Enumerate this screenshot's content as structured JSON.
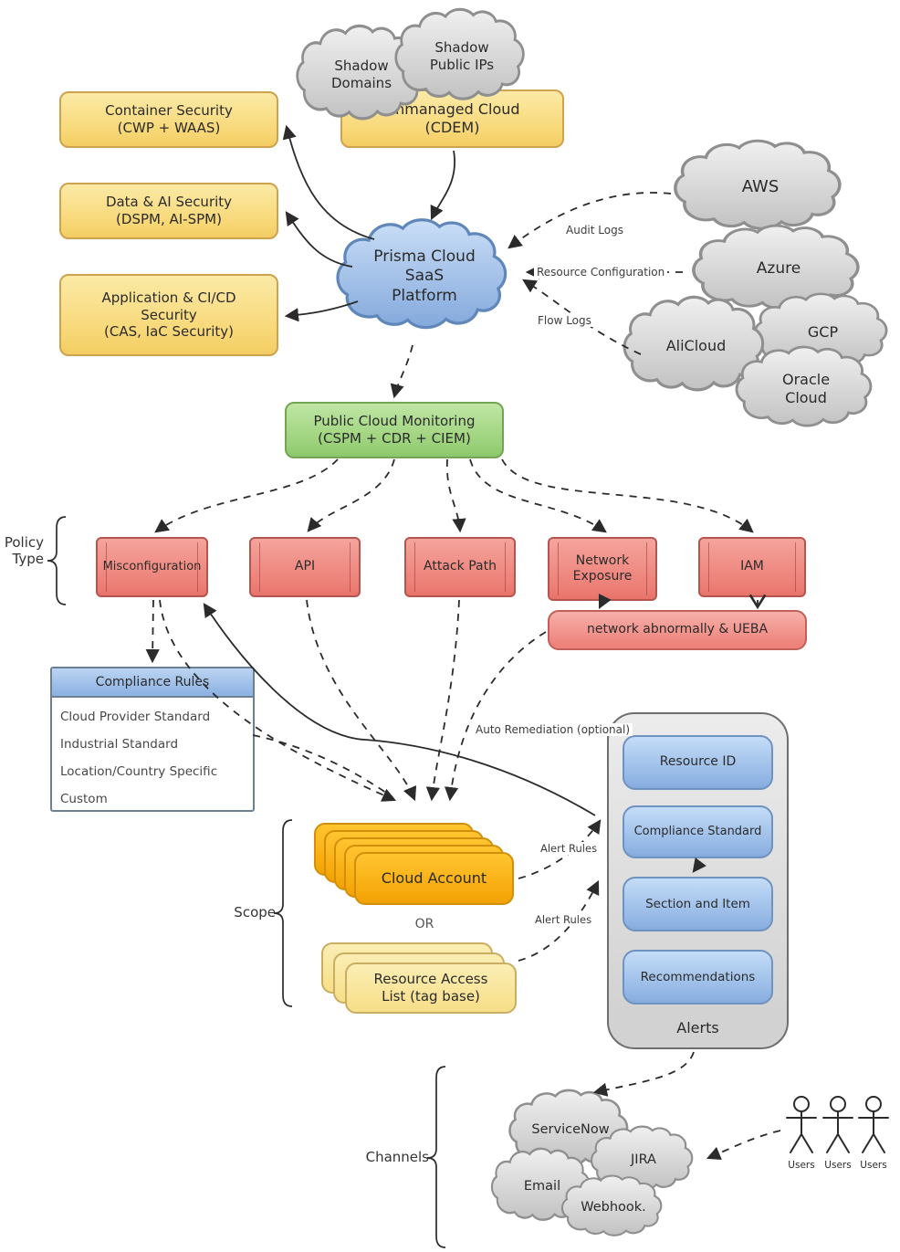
{
  "colors": {
    "yellow_box": "#f8d878",
    "orange_box": "#f7a90c",
    "red_box": "#ec7d74",
    "green_box": "#99d077",
    "blue_cloud": "#a7c6ee",
    "gray_cloud": "#d9d9d9",
    "blue_header": "#9fc0ea",
    "panel_gray": "#dedede",
    "ink": "#2b2b2b"
  },
  "top": {
    "shadow_domains": "Shadow\nDomains",
    "shadow_public_ips": "Shadow\nPublic IPs",
    "unmanaged_cloud": "Unmanaged Cloud\n(CDEM)"
  },
  "modules": [
    {
      "label": "Container Security\n(CWP + WAAS)"
    },
    {
      "label": "Data & AI Security\n(DSPM, AI-SPM)"
    },
    {
      "label": "Application & CI/CD\nSecurity\n(CAS, IaC Security)"
    }
  ],
  "platform": {
    "label": "Prisma Cloud\nSaaS\nPlatform"
  },
  "providers": {
    "aws": "AWS",
    "azure": "Azure",
    "alicloud": "AliCloud",
    "gcp": "GCP",
    "oracle": "Oracle\nCloud"
  },
  "ingest": {
    "audit_logs": "Audit Logs",
    "resource_configuration": "Resource Configuration",
    "flow_logs": "Flow Logs"
  },
  "monitoring": {
    "label": "Public Cloud Monitoring\n(CSPM + CDR + CIEM)"
  },
  "policy": {
    "group_label": "Policy\nType",
    "types": [
      {
        "label": "Misconfiguration"
      },
      {
        "label": "API"
      },
      {
        "label": "Attack Path"
      },
      {
        "label": "Network\nExposure"
      },
      {
        "label": "IAM"
      }
    ],
    "network_ueba": "network abnormally & UEBA"
  },
  "compliance": {
    "header": "Compliance Rules",
    "rows": [
      "Cloud Provider Standard",
      "Industrial Standard",
      "Location/Country Specific",
      "Custom"
    ]
  },
  "remediation": {
    "label": "Auto Remediation (optional)"
  },
  "scope": {
    "group_label": "Scope",
    "cloud_account": "Cloud Account",
    "or": "OR",
    "resource_access_list": "Resource Access\nList (tag base)",
    "alert_rules_top": "Alert Rules",
    "alert_rules_bottom": "Alert Rules"
  },
  "alerts": {
    "items": [
      {
        "label": "Resource ID"
      },
      {
        "label": "Compliance Standard"
      },
      {
        "label": "Section and Item"
      },
      {
        "label": "Recommendations"
      }
    ],
    "label": "Alerts"
  },
  "channels": {
    "group_label": "Channels",
    "servicenow": "ServiceNow",
    "jira": "JIRA",
    "email": "Email",
    "webhook": "Webhook."
  },
  "users": {
    "labels": [
      "Users",
      "Users",
      "Users"
    ]
  }
}
